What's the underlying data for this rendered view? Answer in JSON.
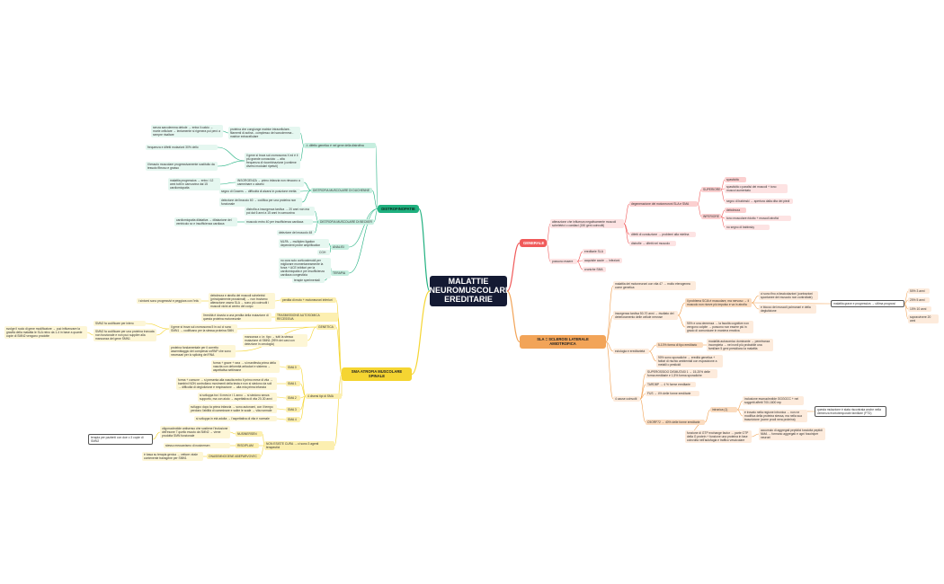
{
  "root": {
    "title": "MALATTIE NEUROMUSCOLARI EREDITARIE"
  },
  "colors": {
    "distrofie": "#1fb07f",
    "sma": "#f5d532",
    "generale": "#f05a5a",
    "sla": "#f2a458",
    "root": "#141a33"
  },
  "distrofie": {
    "title": "DISTROFINOPATIE",
    "n1": "⚠ difetto genetico è nel gene della distrofina",
    "n1a": "proteina che congiunge matrice intracellulare-filamenti di actina - complesso del sarcolemma - matrice extracellulare",
    "n1a1": "senza sarcolemma debole → entra il calcio → morte cellulare → lentamente si rigenera poi però a sempre risaltare",
    "n1b": "il gene si trova sul cromosoma X ed è il più grande conosciuto → alta frequenza di ricombinazione (contiene diversi modulari ripetuti)",
    "n1b1": "frequenza e difetti mutazioni 30% dello",
    "n1b2": "il tessuto muscolare progressivamente sostituito da tessuto fibroso e grasso",
    "n2": "DISTROFIA MUSCOLARE DI DUCHENNE",
    "n2a": "malattia progressiva → entro i 12 anni tutti in carrozzina dai 15 cardiomiopatia",
    "n2b": "INSORGENZA → primo infanzia non riescono a camminare o alzarsi",
    "n2c": "segno di Gowers → difficoltà di alzarsi in posizione eretta",
    "n2d": "delezione del braccio 60 → codifica per una proteina non funzionale",
    "n3": "DISTROFIA MUSCOLARE DI BECKER",
    "n3a": "distrofia a insorgenza tardiva → 20 anni non ma poi dai 6 anni a 15 anni in carrozzina",
    "n3b": "muscolo entro 40 per insufficienza cardiaca",
    "n3b1": "cardiomiopatia dilatativa → dilatazione del ventricolo sx e insufficienza cardiaca",
    "n3c": "delezione del muscolo 48",
    "n4": "ANALISI",
    "n4a": "MLPA → multiplex ligation dependent probe amplification",
    "n4b": "CGH",
    "n5": "TERAPIA",
    "n5a": "no cura solo corticosteroidi per migliorare momentaneamente la forza + ACE inibitori per la cardiomiopatia e per insufficienza cardiaca congestizia",
    "n5b": "terapie sperimentali"
  },
  "sma": {
    "title": "SMA ATROFIA MUSCOLARE SPINALE",
    "n1": "perdita di moto + motoneuroni inferiori",
    "n1a": "debolezza e atrofia dei muscoli scheletrici (principalmente prossimali) → non troviamo alterazione ossea SLA → sono più coinvolti i muscoli vicini al centro del corpo",
    "n1b": "i sintomi sono progressivi e peggiora con l'età",
    "n2": "TRASMISSIONE AUTOSOMICA RECESSIVA",
    "n2a": "l'eredità è dovuta a una perdita della mutazione di questa proteina motoneurale",
    "n3": "GENETICA",
    "n3a": "il gene si trova sul cromosoma 5 in cui ci sono SMN1 → codificano per la stessa proteina SMN",
    "n3a1": "SMN2 fa codificare per intero",
    "n3a2": "SMN2 fa codificare per una proteina troncata non funzionale e non può supplire alla mancanza del gene SMN1",
    "n3a3": "svolge il ruolo di gene modificatore → può influenzare la gravità della malattia le SLA reino da 1-4 in base a quante copie di SMN2 vengono prodotte",
    "n3b": "mancanza o i.e. tipo → tutti la stessa mutazione di SMN1 (95% dei casi con delezione in omologia)",
    "n3c": "proteina fondamentale per il corretto assemblaggio dei complessi snRNP che sono necessari per lo splicing del RNA",
    "n4": "4 diversi tipi di SMA",
    "s1": "SMA 0",
    "s1a": "forma + grave + rara → si manifesta prima della nascita con deformità articolari e sistema → aspettativa settimane",
    "s2": "SMA 1",
    "s2a": "forma + comune → si presenta alla nascita entro il primo mese di vita → bambini NON controllano movimenti della testa e non si siedono da soli → difficoltà di deglutizione e respirazione → alta mia prima infanzia",
    "s3": "SMA 2",
    "s3a": "si sviluppa tra i 6 mesi e i 1 anno → si siedono senza supporto, ma con aiuto → aspettativa di vita 20-30 anni",
    "s4": "SMA 3",
    "s4a": "sviluppo dopo la prima infanzia → sono autonomi, con il tempo perdono l'abilità di camminare e salire le scale → vita normale",
    "s5": "SMA 4",
    "s5a": "si sviluppa in età adulta → l'aspettativa di vita è normale",
    "n5": "NON ESISTE CURA → ci sono 3 agenti terapeutici",
    "t1": "NUSINERSEN",
    "t1a": "oligonucleotide antisenso che sostiene l'inclusione dell'esone 7 quello escuto da SMN2 → viene prodotta SMN funzionale",
    "t1b": "terapia per pazienti con due o 3 copie di SMN2",
    "t2": "RISDIPLAM",
    "t2a": "stesso meccanismo di nusinersen",
    "t3": "ONASEMNOGENE ABEPARVOVEC",
    "t3a": "è basa su terapia genica → vettore virale contenente transgene per SMN1"
  },
  "generale": {
    "title": "GENERALE",
    "n1": "alterazione che influenza negativamente muscoli scheletrici o cardiaci (150 geni coinvolti)",
    "n1a": "degenerazione dei motoneuroni SLA e SMA",
    "n1a1": "SUPERIORE",
    "n1a1a": "spasticità",
    "n1a1b": "spasticità o paralisi dei muscoli + tono muscol aumentato",
    "n1a1c": "segno di babinski → apertura dalla dita dei piedi",
    "n1a2": "INFERIORE",
    "n1a2a": "debolezza",
    "n1a2b": "tono muscolare ridotto + muscoli atrofici",
    "n1a2c": "no segno di babinsky",
    "n1b": "difetti di conduzione → problemi alla mielina",
    "n1c": "distrofie → difetti nel muscolo",
    "n2": "possono essere",
    "n2a": "ereditarie SLA",
    "n2b": "acquisite acute → infezioni",
    "n2c": "croniche SMA"
  },
  "sla": {
    "title": "SLA = SCLEROSI LATERALE AMIOTROFICA",
    "n1": "malattia dei motoneuroni con vita 47 → molto eterogenea come genetica",
    "n2": "insorgenza tardiva 50-70 anni → risultato del deterioramento delle cellule nervose",
    "n2a": "il problema SCIA è muscolare, ma nervoso → il muscolo non riceve più impulso e va in atrofia",
    "n2a1": "ci sono fino a fascicolazioni (contrazioni spontanee dei muscolo non controllate)",
    "n2a2": "e blocco dei muscoli polmonari e della deglutizione",
    "n2a3": "malattia grave e progressiva → ultima prognosi",
    "p1": "50% 3 anni",
    "p2": "20% 5 anni",
    "p3": "10% 10 anni",
    "p4": "sopravvivere 20 anni",
    "n2b": "90% e una demenza → la facoltà cognitive non vengono colpite → possono non essere più in grado di comunicare in maniera emotiva",
    "n3": "eziologia e ereditarietà",
    "n3a": "5-10% forma di tipo ereditario",
    "n3a1": "modalità autosomico dominante → penetranza incompleta → nei nonli più probabile una familiare 5 geni presidiano la malattia",
    "n3b": "90% sono sporadiche → eredità genetica + fattori di rischio ambientali con esposizione a metalli o pesticidi",
    "n4": "4 cause coinvolti",
    "g1": "SUPEROSSIDO DISMUTASI 1 → 15-20% delle forma ereditarie e 1,5% forma sporadiche",
    "g2": "TARDBP → 4 % forme ereditarie",
    "g3": "FUS → 4% delle forme ereditarie",
    "g4": "C9ORF72 → 40% delle forme ereditarie",
    "g4a": "intronica (1)",
    "g4a1": "inclusione esanucleotide GGGGCC + nei soggetti affetti 700-1600 rep",
    "g4a2": "è trovato nella regione intronica → non ne modifica della proteina stessa, ma nella sua trascrizione (come prodi nera proteina)",
    "g4b": "funzione di GTP exchange factor → parte GTP della G protein + funzione una proteina in fase coinvolta nell'autofagia e traffico vescicolare",
    "g4c": "accumulo di aggregati peptidici tossicità peptidi NMA → formano aggregati e ogni fosoiniper neuroni",
    "g4d": "questa mutazione è stata riscontrata anche nella demenza frontotemporale familiare (FTD)"
  }
}
